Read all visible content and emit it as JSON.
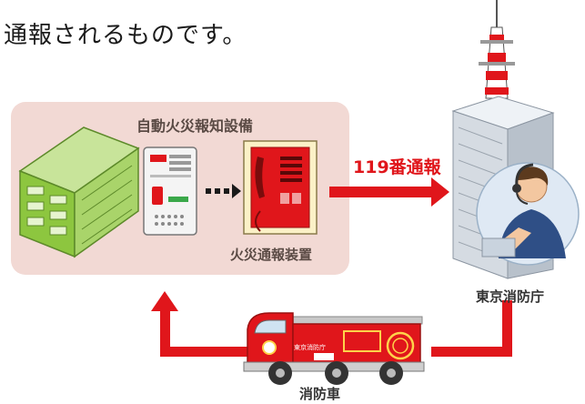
{
  "heading": "通報されるものです。",
  "labels": {
    "fire_alarm_system": "自動火災報知設備",
    "fire_alarm_device": "火災通報装置",
    "call_119": "119番通報",
    "tokyo_fire_dept": "東京消防庁",
    "fire_engine": "消防車",
    "truck_side_text": "東京消防庁"
  },
  "colors": {
    "accent_red": "#e0161b",
    "panel_bg": "#f2d9d4",
    "building_green": "#8dc63f"
  }
}
